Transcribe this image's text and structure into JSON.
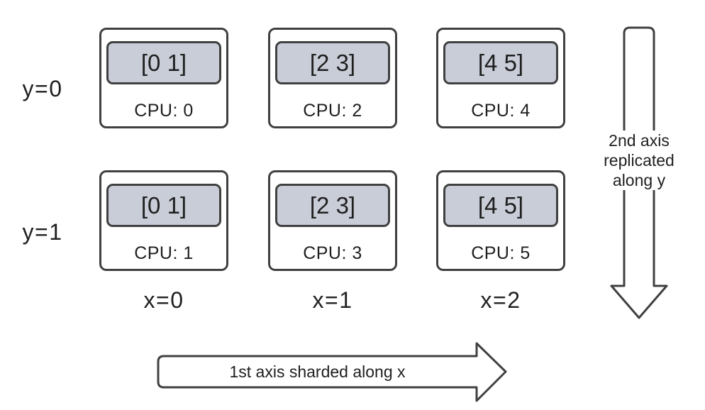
{
  "grid": {
    "rows": [
      {
        "label": "y=0",
        "devices": [
          {
            "data": "[0 1]",
            "cpu": "CPU: 0"
          },
          {
            "data": "[2 3]",
            "cpu": "CPU: 2"
          },
          {
            "data": "[4 5]",
            "cpu": "CPU: 4"
          }
        ]
      },
      {
        "label": "y=1",
        "devices": [
          {
            "data": "[0 1]",
            "cpu": "CPU: 1"
          },
          {
            "data": "[2 3]",
            "cpu": "CPU: 3"
          },
          {
            "data": "[4 5]",
            "cpu": "CPU: 5"
          }
        ]
      }
    ],
    "column_labels": [
      "x=0",
      "x=1",
      "x=2"
    ]
  },
  "arrows": {
    "down": {
      "lines": [
        "2nd axis",
        "replicated",
        "along y"
      ]
    },
    "right": {
      "label": "1st axis sharded along x"
    }
  },
  "colors": {
    "stroke": "#404040",
    "shard_fill": "#c9cdd8",
    "background": "#ffffff",
    "text": "#1f1f1f"
  }
}
